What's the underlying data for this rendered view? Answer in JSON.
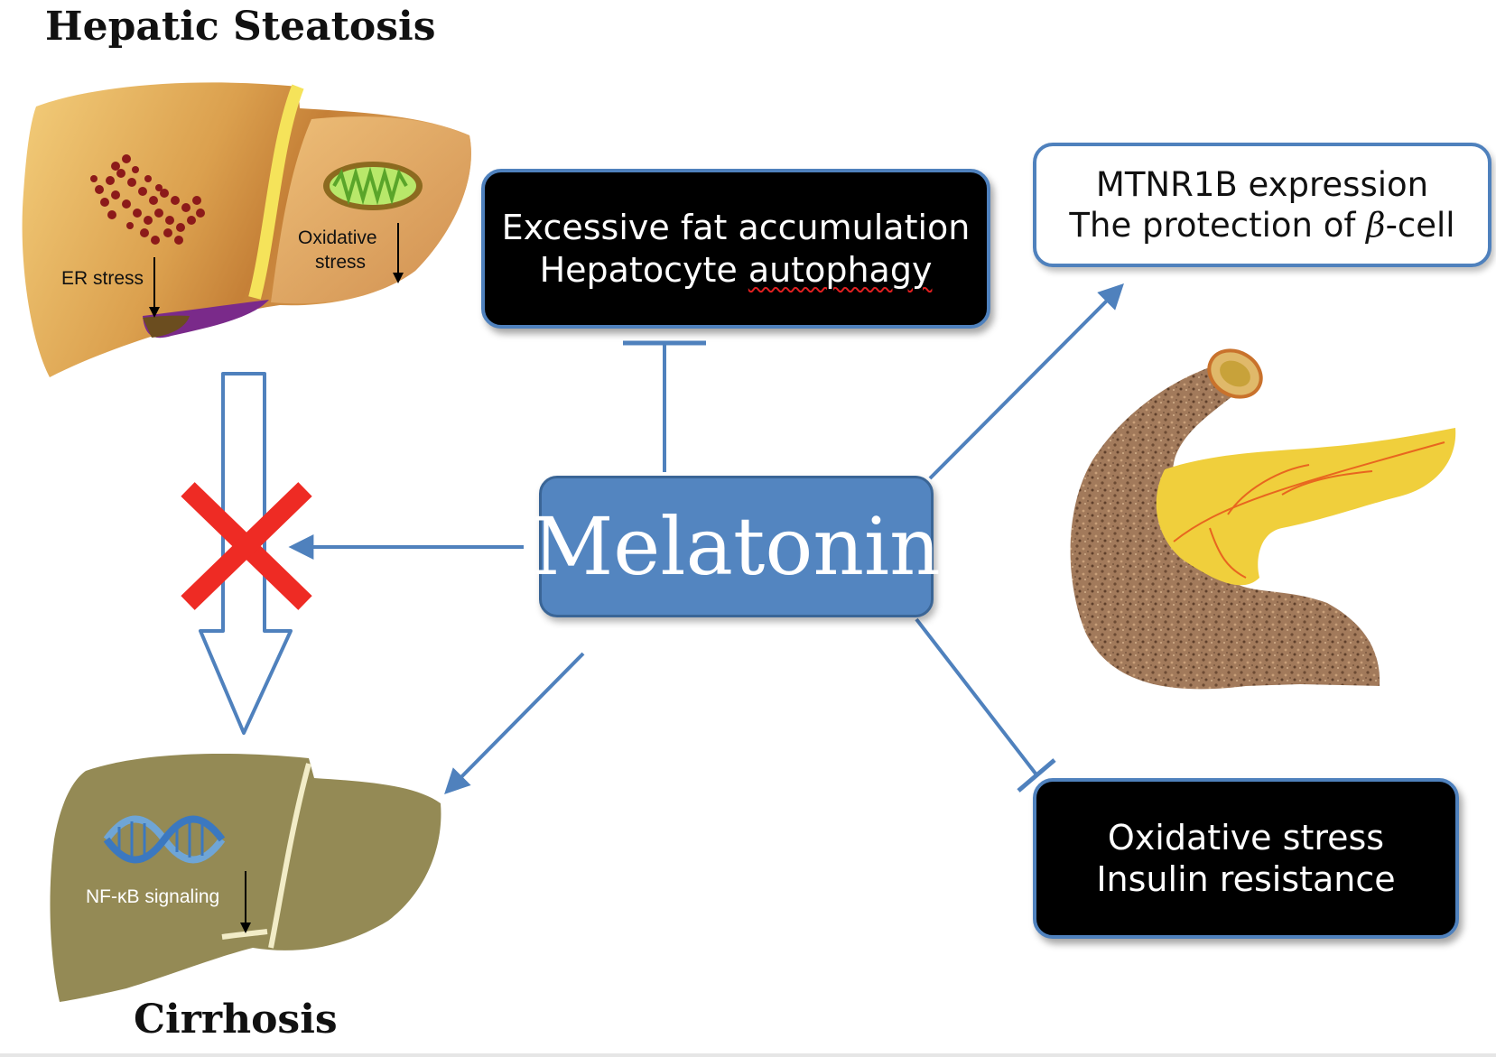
{
  "titles": {
    "top_left": "Hepatic Steatosis",
    "bottom_left": "Cirrhosis"
  },
  "center": {
    "label": "Melatonin"
  },
  "boxes": {
    "fat": {
      "line1": "Excessive fat accumulation",
      "line2_prefix": "Hepatocyte ",
      "line2_underlined": "autophagy"
    },
    "mtnr": {
      "line1": "MTNR1B expression",
      "line2_prefix": "The protection of ",
      "line2_symbol": "β",
      "line2_suffix": "-cell"
    },
    "oxid": {
      "line1": "Oxidative stress",
      "line2": "Insulin resistance"
    }
  },
  "liver_labels": {
    "er_stress": "ER stress",
    "oxidative_1": "Oxidative",
    "oxidative_2": "stress",
    "nfkb": "NF-κB  signaling"
  },
  "colors": {
    "arrow_blue": "#4f81bd",
    "melatonin_fill": "#5385c0",
    "cross_red": "#ee2b24",
    "steatosis_liver": "#e8b15a",
    "cirrhosis_liver": "#948a55",
    "pancreas_body": "#f0cf3c",
    "duodenum": "#a0785a"
  },
  "icons": [
    "liver-steatosis-icon",
    "mitochondrion-icon",
    "liver-cirrhosis-icon",
    "dna-helix-icon",
    "pancreas-icon",
    "block-cross-icon"
  ]
}
